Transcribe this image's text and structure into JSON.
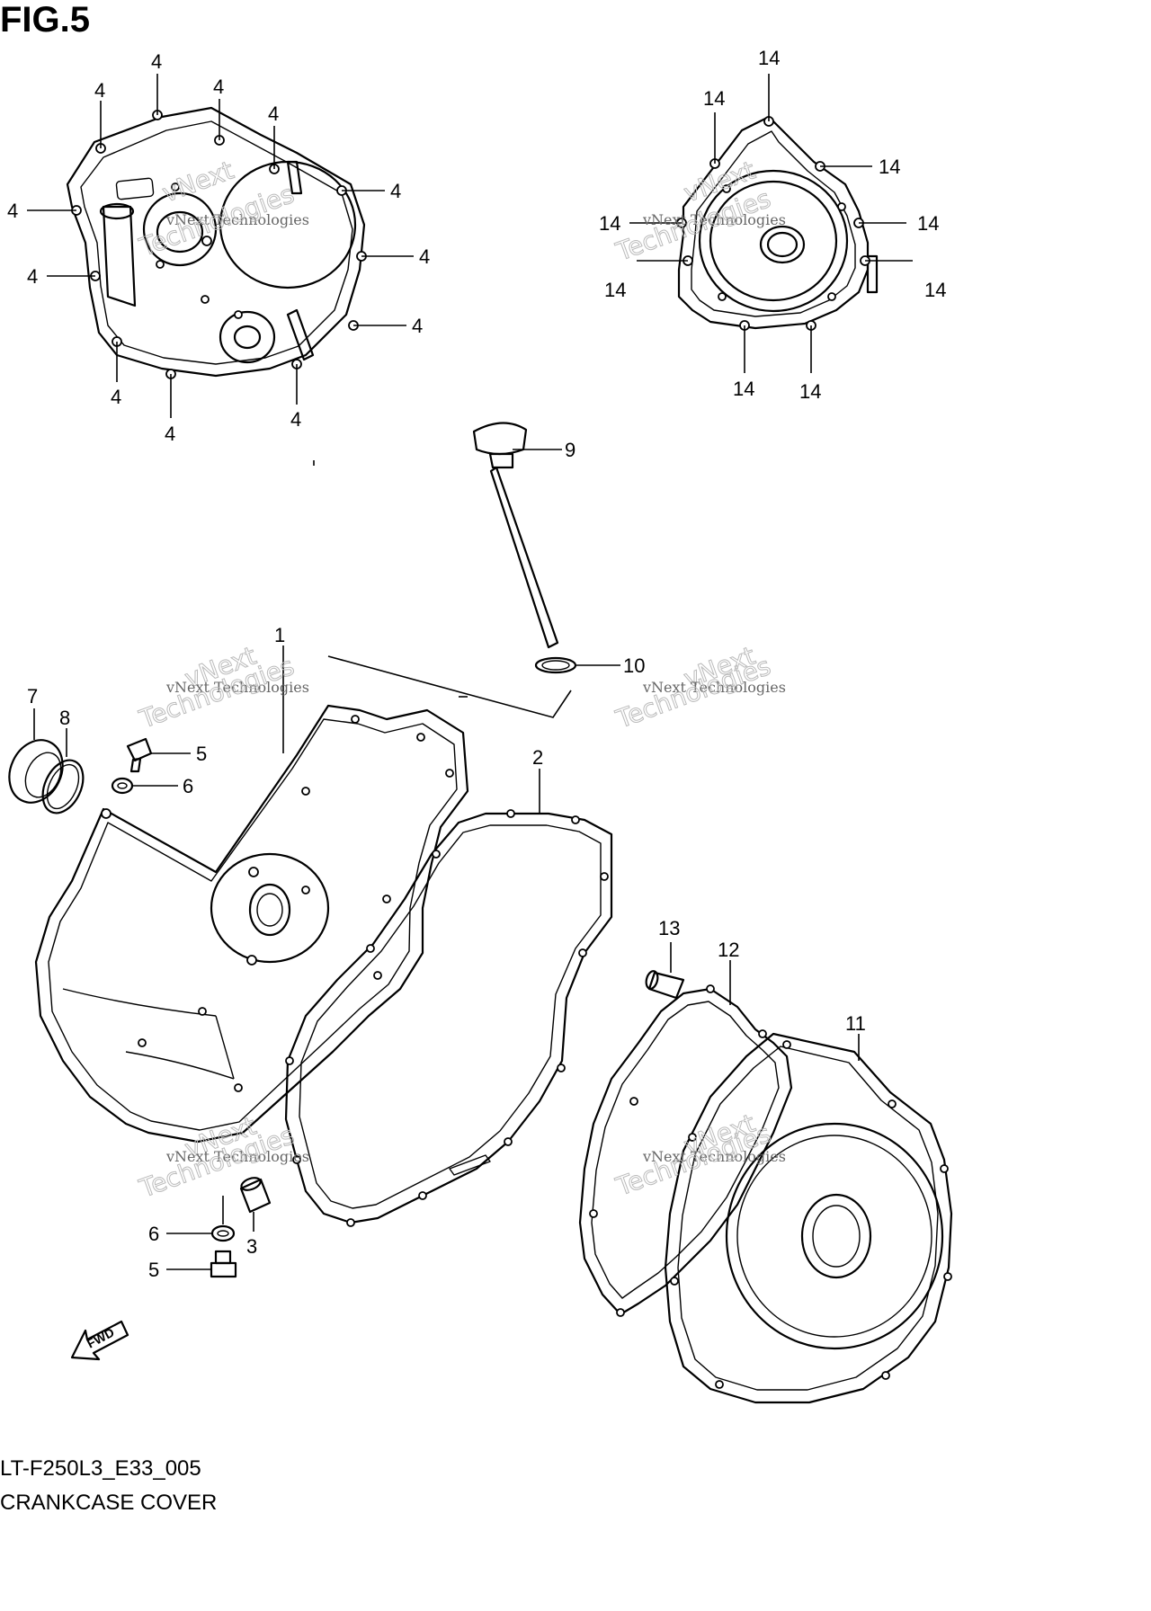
{
  "figure": {
    "title": "FIG.5"
  },
  "footer": {
    "model_code": "LT-F250L3_E33_005",
    "section_name": "CRANKCASE COVER"
  },
  "watermark": {
    "line1": "vNext Technologies",
    "line2": "Technologies",
    "line3": "vNext"
  },
  "fwd_label": "FWD",
  "callouts": {
    "c1": "1",
    "c2": "2",
    "c3": "3",
    "c4": "4",
    "c5": "5",
    "c6": "6",
    "c7": "7",
    "c8": "8",
    "c9": "9",
    "c10": "10",
    "c11": "11",
    "c12": "12",
    "c13": "13",
    "c14": "14"
  }
}
